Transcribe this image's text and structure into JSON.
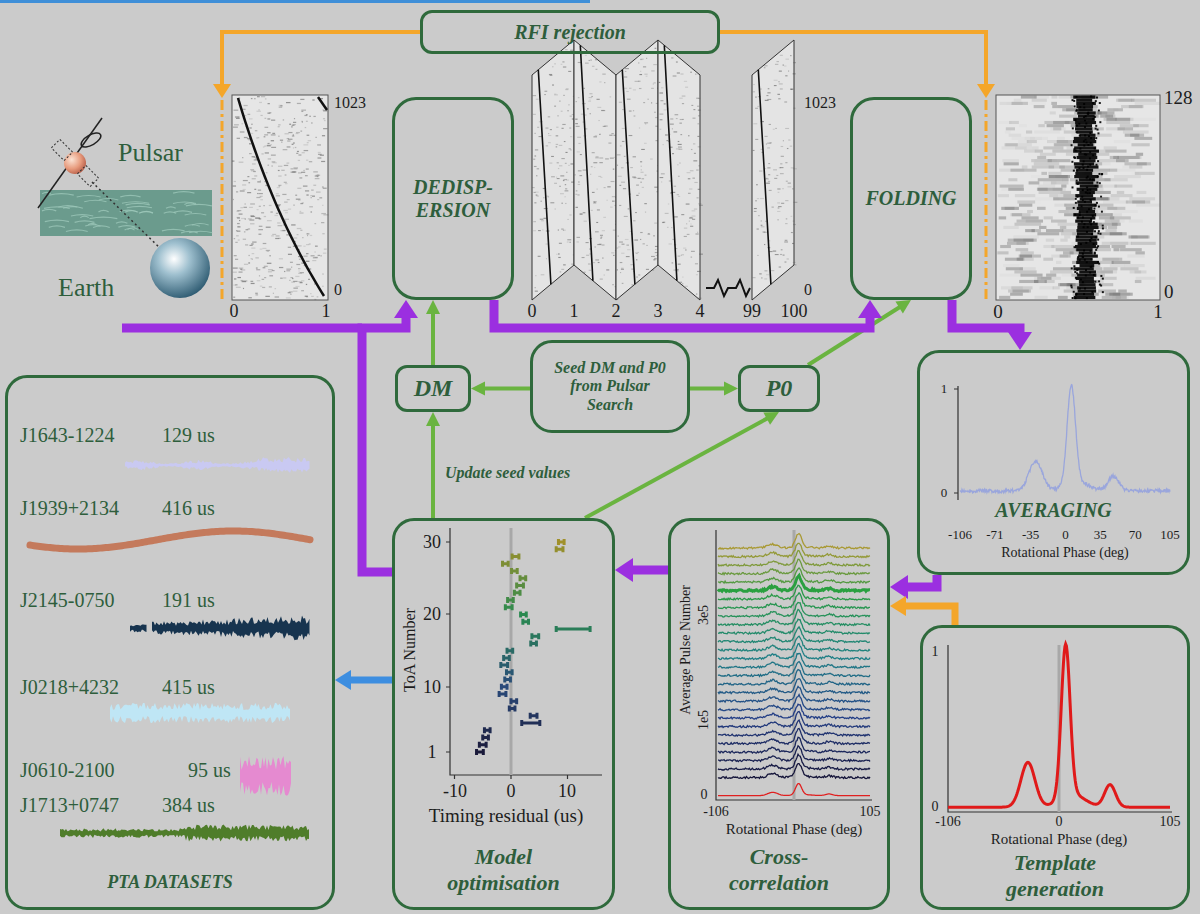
{
  "diagram": {
    "nodes": [
      {
        "text": [
          "RFI rejection"
        ]
      },
      {
        "text": [
          "DEDISP- ERSION"
        ]
      },
      {
        "text": [
          "FOLDING"
        ]
      },
      {
        "text": [
          "DM"
        ]
      },
      {
        "text": [
          "Seed DM and P0 from Pulsar Search"
        ]
      },
      {
        "text": [
          "P0"
        ]
      },
      {
        "text": [
          "AVERAGING"
        ]
      },
      {
        "text": [
          "PTA DATASETS"
        ]
      },
      {
        "text": [
          "Model optimisation"
        ]
      },
      {
        "text": [
          "Cross- correlation"
        ]
      },
      {
        "text": [
          "Template generation"
        ]
      }
    ],
    "edges": [
      {
        "from": 3,
        "to": 1,
        "arrow": "to"
      },
      {
        "from": 4,
        "to": 3,
        "arrow": "to"
      },
      {
        "from": 4,
        "to": 5,
        "arrow": "to"
      },
      {
        "from": 5,
        "to": 2,
        "arrow": "to"
      },
      {
        "from": 8,
        "to": 3,
        "label": "Update seed values",
        "arrow": "to"
      },
      {
        "from": 8,
        "to": 5,
        "arrow": "to"
      },
      {
        "from": 1,
        "to": 2,
        "arrow": "to"
      },
      {
        "from": 2,
        "to": 6,
        "arrow": "to"
      },
      {
        "from": 6,
        "to": 9,
        "arrow": "to"
      },
      {
        "from": 10,
        "to": 9,
        "arrow": "to"
      },
      {
        "from": 9,
        "to": 8,
        "arrow": "to"
      },
      {
        "from": 8,
        "to": 1,
        "arrow": "to"
      },
      {
        "from": 8,
        "to": 7,
        "arrow": "to"
      }
    ],
    "labels": [
      "Pulsar",
      "Earth",
      "1023",
      "0",
      "0",
      "1",
      "0",
      "1",
      "2",
      "3",
      "4",
      "99",
      "100",
      "1023",
      "0",
      "128",
      "0",
      "0",
      "1",
      "1",
      "0",
      "-106",
      "-71",
      "-35",
      "0",
      "35",
      "70",
      "105",
      "Rotational Phase (deg)",
      "J1643-1224",
      "129 us",
      "J1939+2134",
      "416 us",
      "J2145-0750",
      "191 us",
      "J0218+4232",
      "415 us",
      "J0610-2100",
      "95 us",
      "J1713+0747",
      "384 us",
      "30",
      "20",
      "10",
      "1",
      "ToA Number",
      "-10",
      "0",
      "10",
      "Timing residual (us)",
      "3e5",
      "1e5",
      "0",
      "Average Pulse Number",
      "-106",
      "105",
      "Rotational Phase (deg)",
      "1",
      "0",
      "-106",
      "0",
      "105",
      "Rotational Phase (deg)"
    ]
  }
}
